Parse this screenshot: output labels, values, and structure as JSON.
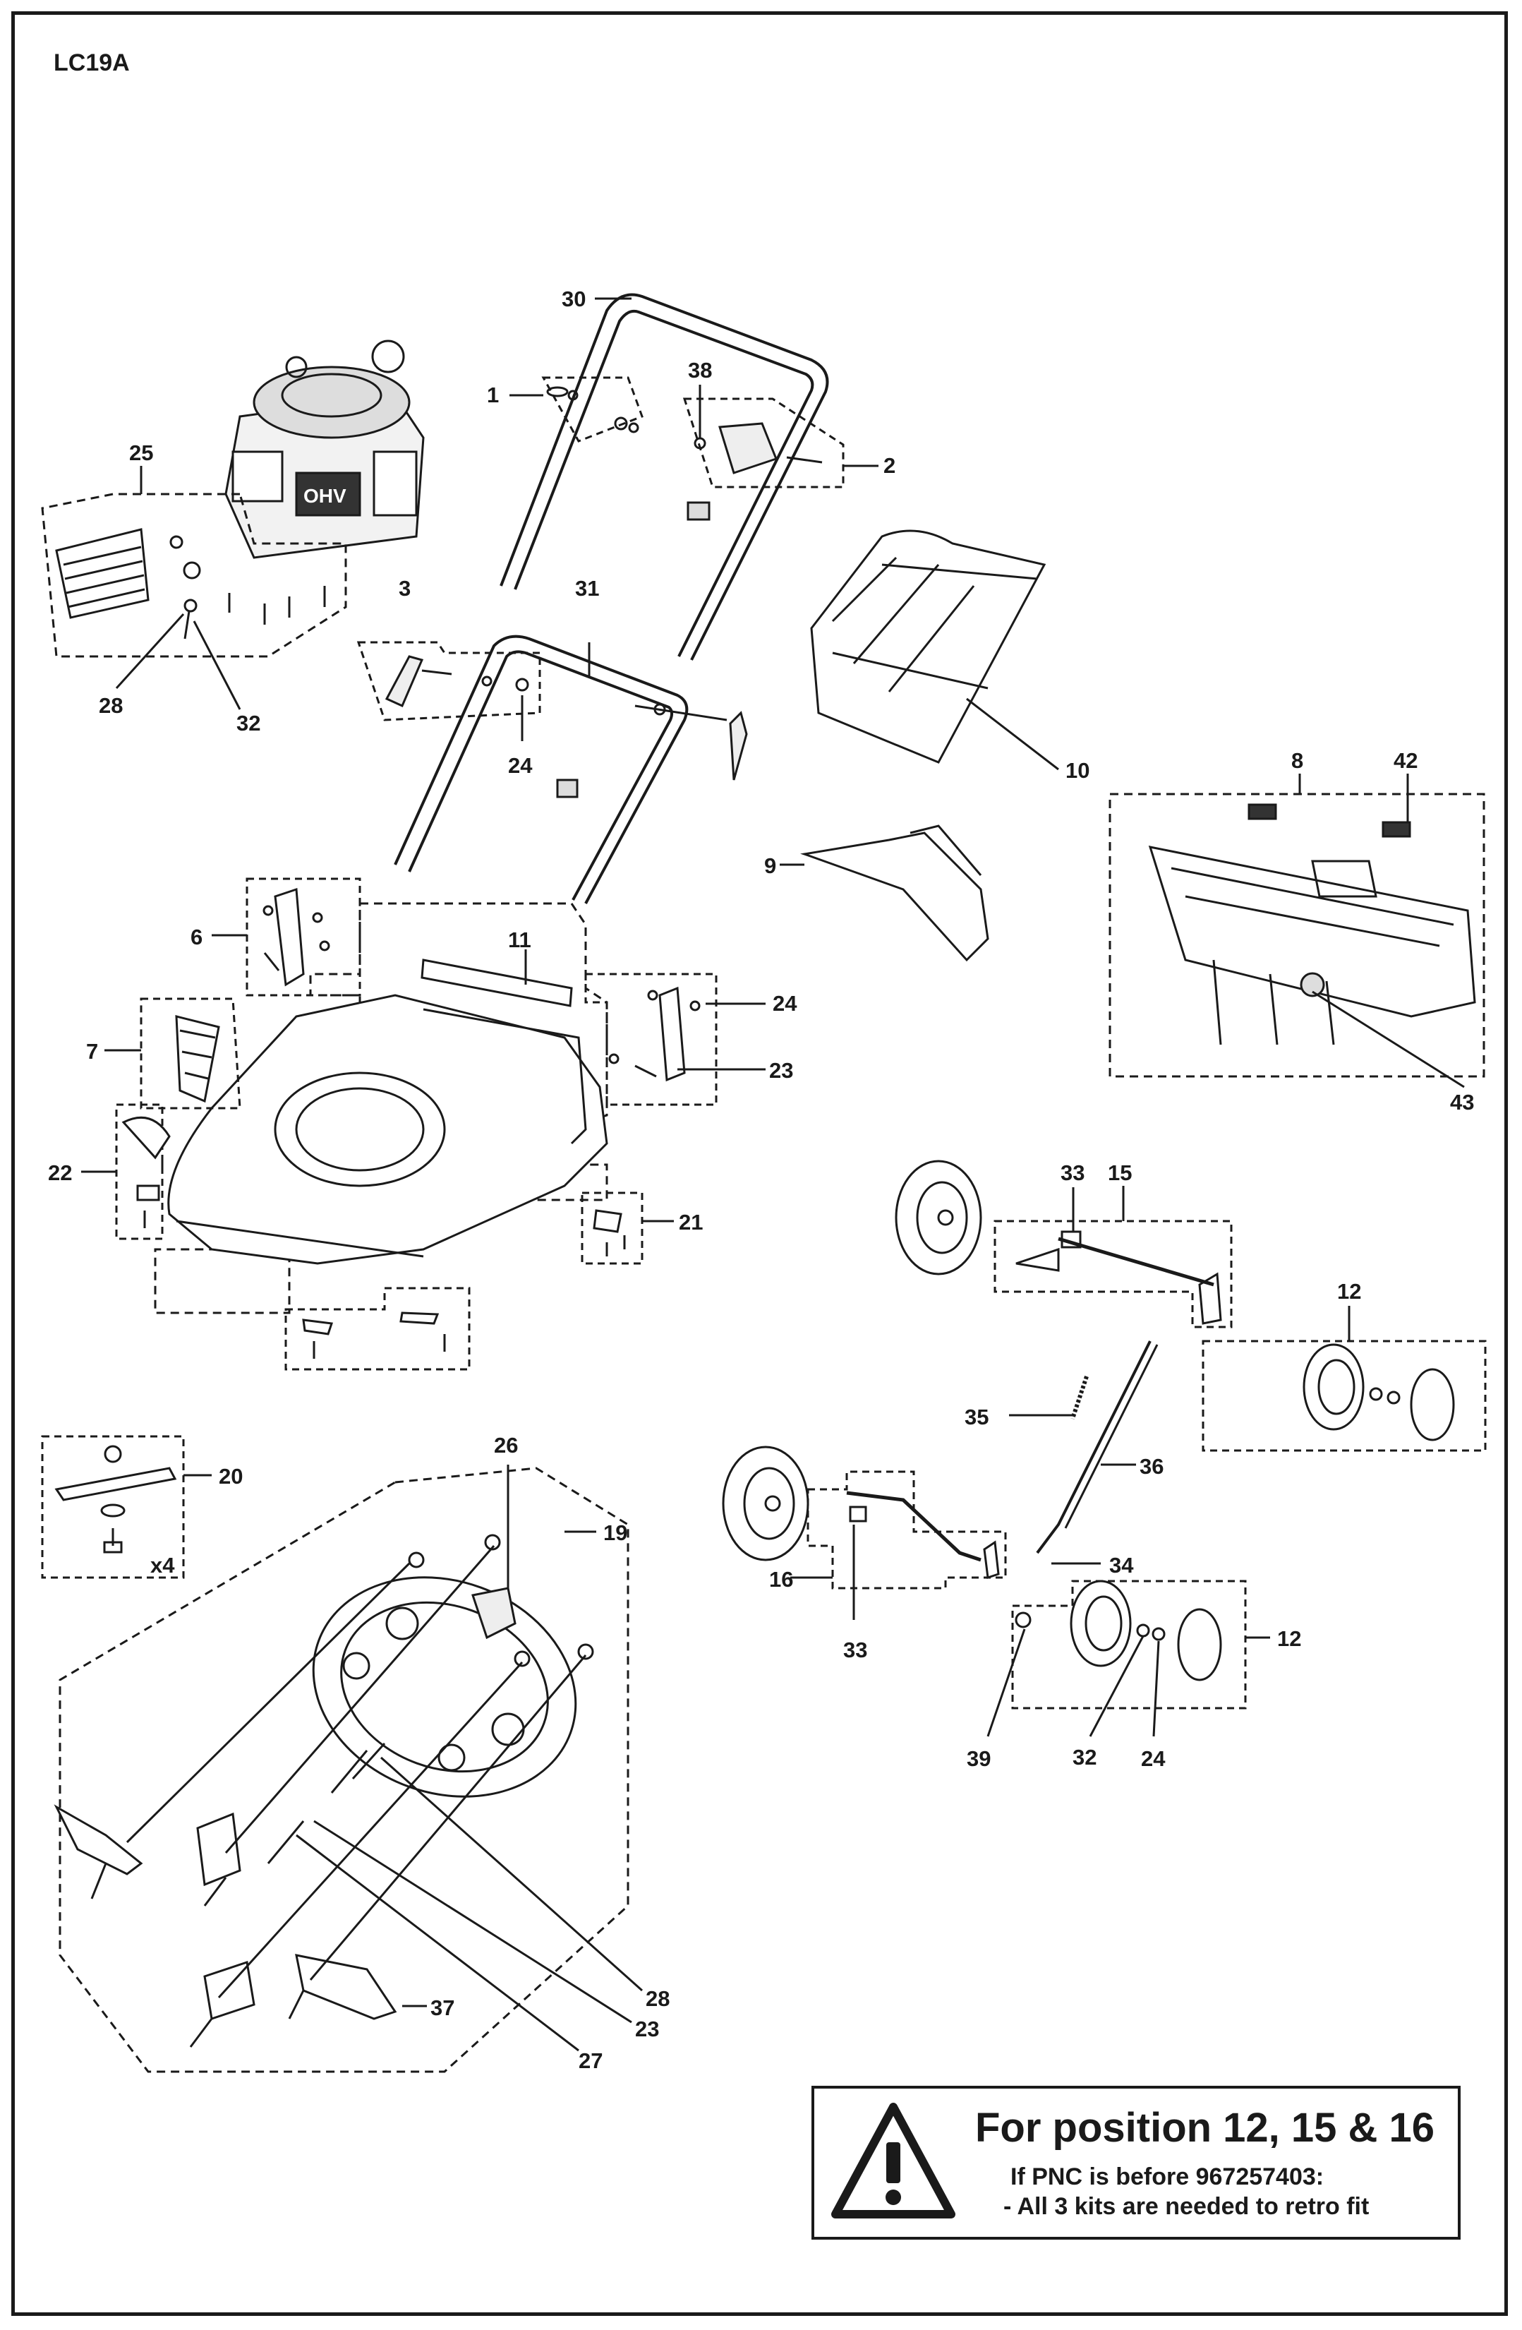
{
  "model_code": "LC19A",
  "callouts": {
    "c1": "1",
    "c2": "2",
    "c3": "3",
    "c6": "6",
    "c7": "7",
    "c8": "8",
    "c9": "9",
    "c10": "10",
    "c11": "11",
    "c12a": "12",
    "c12b": "12",
    "c15": "15",
    "c16": "16",
    "c19": "19",
    "c20": "20",
    "c21": "21",
    "c22": "22",
    "c23a": "23",
    "c23b": "23",
    "c24a": "24",
    "c24b": "24",
    "c24c": "24",
    "c25": "25",
    "c26": "26",
    "c27": "27",
    "c28a": "28",
    "c28b": "28",
    "c30": "30",
    "c31": "31",
    "c32a": "32",
    "c32b": "32",
    "c33a": "33",
    "c33b": "33",
    "c34": "34",
    "c35": "35",
    "c36": "36",
    "c37": "37",
    "c38": "38",
    "c39": "39",
    "c42": "42",
    "c43": "43"
  },
  "blade_quantity": "x4",
  "notice": {
    "title": "For position 12, 15 & 16",
    "line1": "If PNC is before 967257403:",
    "line2": "- All 3 kits are needed to retro fit"
  },
  "icons": {
    "warning": "warning-triangle-icon"
  },
  "colors": {
    "ink": "#1a1a1a",
    "fill": "#ffffff",
    "shade": "#cfcfcf"
  }
}
